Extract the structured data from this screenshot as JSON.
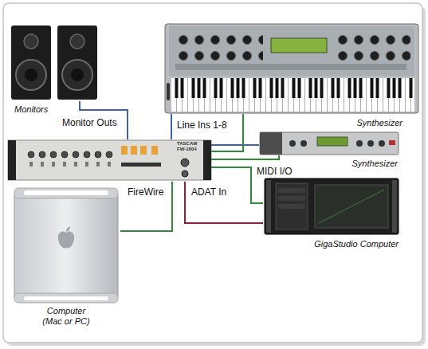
{
  "diagram": {
    "nodes": [
      {
        "text": [
          "Monitors"
        ]
      },
      {
        "text": [
          "Synthesizer"
        ]
      },
      {
        "text": [
          "TASCAM FW-1804"
        ]
      },
      {
        "text": [
          "Synthesizer"
        ]
      },
      {
        "text": [
          "Computer (Mac or PC)"
        ]
      },
      {
        "text": [
          "GigaStudio Computer"
        ]
      }
    ],
    "edges": [
      {
        "from": 2,
        "to": 0,
        "arrow": "none",
        "label": "Monitor Outs"
      },
      {
        "from": 1,
        "to": 2,
        "arrow": "none",
        "label": "Line Ins 1-8"
      },
      {
        "from": 3,
        "to": 2,
        "arrow": "none"
      },
      {
        "from": 2,
        "to": 1,
        "arrow": "none"
      },
      {
        "from": 2,
        "to": 3,
        "arrow": "none",
        "label": "MIDI I/O"
      },
      {
        "from": 2,
        "to": 5,
        "arrow": "none"
      },
      {
        "from": 5,
        "to": 2,
        "arrow": "none",
        "label": "ADAT In"
      },
      {
        "from": 2,
        "to": 4,
        "arrow": "none",
        "label": "FireWire"
      }
    ]
  }
}
